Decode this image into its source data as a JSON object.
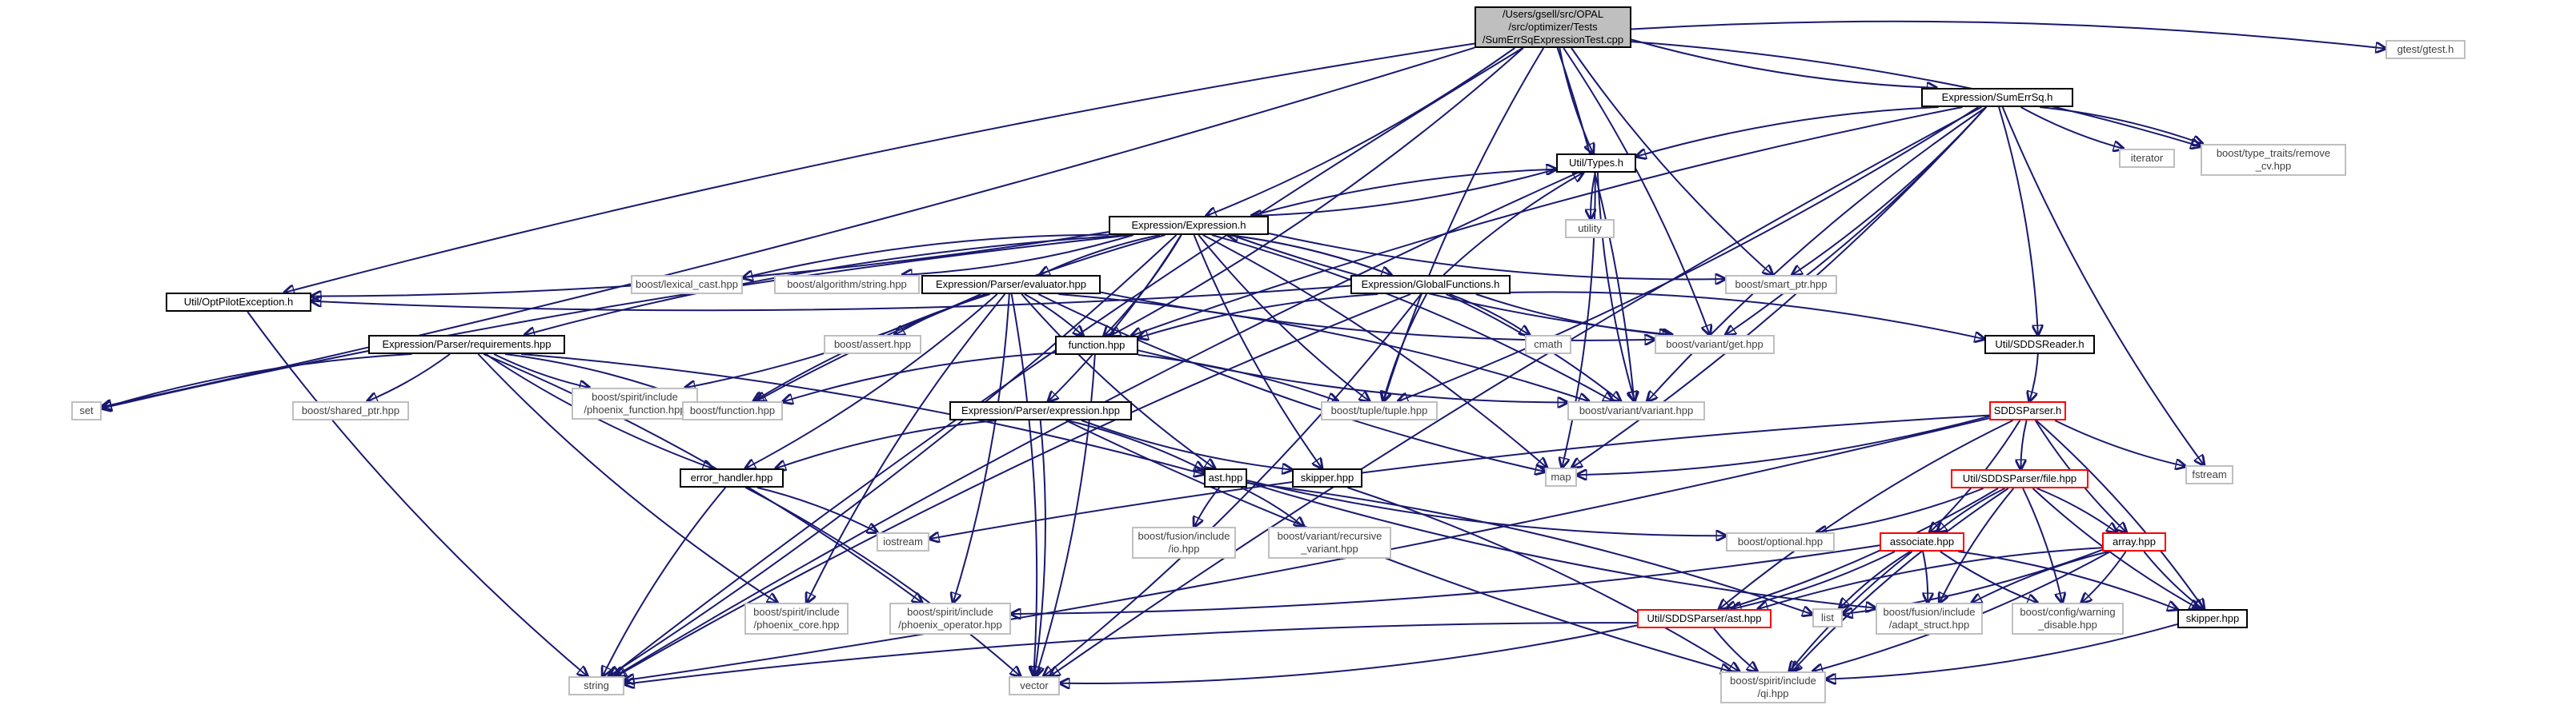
{
  "graph": {
    "nodes": [
      {
        "id": "root",
        "label": "/Users/gsell/src/OPAL\n/src/optimizer/Tests\n/SumErrSqExpressionTest.cpp",
        "style": "root"
      },
      {
        "id": "gtest",
        "label": "gtest/gtest.h",
        "style": "grey"
      },
      {
        "id": "sumerrsq",
        "label": "Expression/SumErrSq.h",
        "style": "black"
      },
      {
        "id": "remove_cv",
        "label": "boost/type_traits/remove\n_cv.hpp",
        "style": "grey"
      },
      {
        "id": "iterator",
        "label": "iterator",
        "style": "grey"
      },
      {
        "id": "types",
        "label": "Util/Types.h",
        "style": "black"
      },
      {
        "id": "utility",
        "label": "utility",
        "style": "grey"
      },
      {
        "id": "expression",
        "label": "Expression/Expression.h",
        "style": "black"
      },
      {
        "id": "lexical_cast",
        "label": "boost/lexical_cast.hpp",
        "style": "grey"
      },
      {
        "id": "algstring",
        "label": "boost/algorithm/string.hpp",
        "style": "grey"
      },
      {
        "id": "evaluator",
        "label": "Expression/Parser/evaluator.hpp",
        "style": "black"
      },
      {
        "id": "globalfunc",
        "label": "Expression/GlobalFunctions.h",
        "style": "black"
      },
      {
        "id": "smart_ptr",
        "label": "boost/smart_ptr.hpp",
        "style": "grey"
      },
      {
        "id": "optpilot",
        "label": "Util/OptPilotException.h",
        "style": "black"
      },
      {
        "id": "requirements",
        "label": "Expression/Parser/requirements.hpp",
        "style": "black"
      },
      {
        "id": "assert",
        "label": "boost/assert.hpp",
        "style": "grey"
      },
      {
        "id": "function",
        "label": "function.hpp",
        "style": "black"
      },
      {
        "id": "cmath",
        "label": "cmath",
        "style": "grey"
      },
      {
        "id": "variant_get",
        "label": "boost/variant/get.hpp",
        "style": "grey"
      },
      {
        "id": "sddsreader",
        "label": "Util/SDDSReader.h",
        "style": "black"
      },
      {
        "id": "set",
        "label": "set",
        "style": "grey"
      },
      {
        "id": "shared_ptr",
        "label": "boost/shared_ptr.hpp",
        "style": "grey"
      },
      {
        "id": "phoenix_function",
        "label": "boost/spirit/include\n/phoenix_function.hpp",
        "style": "grey"
      },
      {
        "id": "boost_function",
        "label": "boost/function.hpp",
        "style": "grey"
      },
      {
        "id": "tuple",
        "label": "boost/tuple/tuple.hpp",
        "style": "grey"
      },
      {
        "id": "variant",
        "label": "boost/variant/variant.hpp",
        "style": "grey"
      },
      {
        "id": "sddsparser",
        "label": "SDDSParser.h",
        "style": "red"
      },
      {
        "id": "fstream",
        "label": "fstream",
        "style": "grey"
      },
      {
        "id": "parser_expression",
        "label": "Expression/Parser/expression.hpp",
        "style": "black"
      },
      {
        "id": "map",
        "label": "map",
        "style": "grey"
      },
      {
        "id": "error_handler",
        "label": "error_handler.hpp",
        "style": "black"
      },
      {
        "id": "ast",
        "label": "ast.hpp",
        "style": "black"
      },
      {
        "id": "skipper1",
        "label": "skipper.hpp",
        "style": "black"
      },
      {
        "id": "sddsfile",
        "label": "Util/SDDSParser/file.hpp",
        "style": "red"
      },
      {
        "id": "iostream",
        "label": "iostream",
        "style": "grey"
      },
      {
        "id": "fusion_io",
        "label": "boost/fusion/include\n/io.hpp",
        "style": "grey"
      },
      {
        "id": "recursive_variant",
        "label": "boost/variant/recursive\n_variant.hpp",
        "style": "grey"
      },
      {
        "id": "optional",
        "label": "boost/optional.hpp",
        "style": "grey"
      },
      {
        "id": "associate",
        "label": "associate.hpp",
        "style": "red"
      },
      {
        "id": "array",
        "label": "array.hpp",
        "style": "red"
      },
      {
        "id": "phoenix_core",
        "label": "boost/spirit/include\n/phoenix_core.hpp",
        "style": "grey"
      },
      {
        "id": "phoenix_operator",
        "label": "boost/spirit/include\n/phoenix_operator.hpp",
        "style": "grey"
      },
      {
        "id": "sddsast",
        "label": "Util/SDDSParser/ast.hpp",
        "style": "red"
      },
      {
        "id": "list",
        "label": "list",
        "style": "grey"
      },
      {
        "id": "adapt_struct",
        "label": "boost/fusion/include\n/adapt_struct.hpp",
        "style": "grey"
      },
      {
        "id": "warning_disable",
        "label": "boost/config/warning\n_disable.hpp",
        "style": "grey"
      },
      {
        "id": "skipper2",
        "label": "skipper.hpp",
        "style": "black"
      },
      {
        "id": "string",
        "label": "string",
        "style": "grey"
      },
      {
        "id": "vector",
        "label": "vector",
        "style": "grey"
      },
      {
        "id": "qi",
        "label": "boost/spirit/include\n/qi.hpp",
        "style": "grey"
      }
    ],
    "edges": [
      [
        "root",
        "gtest"
      ],
      [
        "root",
        "sumerrsq"
      ],
      [
        "root",
        "remove_cv"
      ],
      [
        "root",
        "types"
      ],
      [
        "root",
        "expression"
      ],
      [
        "root",
        "smart_ptr"
      ],
      [
        "root",
        "variant_get"
      ],
      [
        "root",
        "tuple"
      ],
      [
        "root",
        "function"
      ],
      [
        "root",
        "optpilot"
      ],
      [
        "root",
        "set"
      ],
      [
        "root",
        "string"
      ],
      [
        "root",
        "variant"
      ],
      [
        "sumerrsq",
        "types"
      ],
      [
        "sumerrsq",
        "remove_cv"
      ],
      [
        "sumerrsq",
        "iterator"
      ],
      [
        "sumerrsq",
        "smart_ptr"
      ],
      [
        "sumerrsq",
        "fstream"
      ],
      [
        "sumerrsq",
        "sddsreader"
      ],
      [
        "sumerrsq",
        "function"
      ],
      [
        "sumerrsq",
        "variant_get"
      ],
      [
        "sumerrsq",
        "variant"
      ],
      [
        "sumerrsq",
        "tuple"
      ],
      [
        "sumerrsq",
        "vector"
      ],
      [
        "sumerrsq",
        "map"
      ],
      [
        "types",
        "utility"
      ],
      [
        "types",
        "expression"
      ],
      [
        "types",
        "string"
      ],
      [
        "types",
        "map"
      ],
      [
        "types",
        "variant"
      ],
      [
        "expression",
        "types"
      ],
      [
        "expression",
        "lexical_cast"
      ],
      [
        "expression",
        "algstring"
      ],
      [
        "expression",
        "evaluator"
      ],
      [
        "expression",
        "globalfunc"
      ],
      [
        "expression",
        "smart_ptr"
      ],
      [
        "expression",
        "optpilot"
      ],
      [
        "expression",
        "requirements"
      ],
      [
        "expression",
        "function"
      ],
      [
        "expression",
        "variant_get"
      ],
      [
        "expression",
        "variant"
      ],
      [
        "expression",
        "tuple"
      ],
      [
        "expression",
        "parser_expression"
      ],
      [
        "expression",
        "set"
      ],
      [
        "expression",
        "string"
      ],
      [
        "expression",
        "boost_function"
      ],
      [
        "expression",
        "map"
      ],
      [
        "expression",
        "skipper1"
      ],
      [
        "globalfunc",
        "types"
      ],
      [
        "globalfunc",
        "expression"
      ],
      [
        "globalfunc",
        "cmath"
      ],
      [
        "globalfunc",
        "variant_get"
      ],
      [
        "globalfunc",
        "sddsreader"
      ],
      [
        "globalfunc",
        "function"
      ],
      [
        "globalfunc",
        "optpilot"
      ],
      [
        "globalfunc",
        "tuple"
      ],
      [
        "globalfunc",
        "variant"
      ],
      [
        "globalfunc",
        "string"
      ],
      [
        "globalfunc",
        "vector"
      ],
      [
        "evaluator",
        "assert"
      ],
      [
        "evaluator",
        "function"
      ],
      [
        "evaluator",
        "variant_get"
      ],
      [
        "evaluator",
        "variant"
      ],
      [
        "evaluator",
        "boost_function"
      ],
      [
        "evaluator",
        "phoenix_function"
      ],
      [
        "evaluator",
        "ast"
      ],
      [
        "evaluator",
        "error_handler"
      ],
      [
        "evaluator",
        "map"
      ],
      [
        "evaluator",
        "phoenix_operator"
      ],
      [
        "evaluator",
        "phoenix_core"
      ],
      [
        "evaluator",
        "vector"
      ],
      [
        "requirements",
        "set"
      ],
      [
        "requirements",
        "shared_ptr"
      ],
      [
        "requirements",
        "phoenix_function"
      ],
      [
        "requirements",
        "boost_function"
      ],
      [
        "requirements",
        "error_handler"
      ],
      [
        "requirements",
        "ast"
      ],
      [
        "requirements",
        "phoenix_core"
      ],
      [
        "requirements",
        "phoenix_operator"
      ],
      [
        "function",
        "boost_function"
      ],
      [
        "function",
        "tuple"
      ],
      [
        "function",
        "variant"
      ],
      [
        "function",
        "vector"
      ],
      [
        "parser_expression",
        "error_handler"
      ],
      [
        "parser_expression",
        "ast"
      ],
      [
        "parser_expression",
        "skipper1"
      ],
      [
        "parser_expression",
        "vector"
      ],
      [
        "parser_expression",
        "qi"
      ],
      [
        "error_handler",
        "iostream"
      ],
      [
        "error_handler",
        "string"
      ],
      [
        "error_handler",
        "vector"
      ],
      [
        "ast",
        "fusion_io"
      ],
      [
        "ast",
        "recursive_variant"
      ],
      [
        "ast",
        "optional"
      ],
      [
        "ast",
        "list"
      ],
      [
        "ast",
        "adapt_struct"
      ],
      [
        "skipper1",
        "qi"
      ],
      [
        "optpilot",
        "string"
      ],
      [
        "sddsreader",
        "sddsparser"
      ],
      [
        "sddsparser",
        "fstream"
      ],
      [
        "sddsparser",
        "map"
      ],
      [
        "sddsparser",
        "sddsfile"
      ],
      [
        "sddsparser",
        "associate"
      ],
      [
        "sddsparser",
        "array"
      ],
      [
        "sddsparser",
        "skipper2"
      ],
      [
        "sddsparser",
        "sddsast"
      ],
      [
        "sddsparser",
        "string"
      ],
      [
        "sddsparser",
        "iostream"
      ],
      [
        "sddsfile",
        "optional"
      ],
      [
        "sddsfile",
        "associate"
      ],
      [
        "sddsfile",
        "array"
      ],
      [
        "sddsfile",
        "skipper2"
      ],
      [
        "sddsfile",
        "sddsast"
      ],
      [
        "sddsfile",
        "adapt_struct"
      ],
      [
        "sddsfile",
        "warning_disable"
      ],
      [
        "sddsfile",
        "qi"
      ],
      [
        "associate",
        "sddsast"
      ],
      [
        "associate",
        "list"
      ],
      [
        "associate",
        "adapt_struct"
      ],
      [
        "associate",
        "warning_disable"
      ],
      [
        "associate",
        "skipper2"
      ],
      [
        "associate",
        "qi"
      ],
      [
        "associate",
        "phoenix_operator"
      ],
      [
        "array",
        "sddsast"
      ],
      [
        "array",
        "list"
      ],
      [
        "array",
        "adapt_struct"
      ],
      [
        "array",
        "warning_disable"
      ],
      [
        "array",
        "skipper2"
      ],
      [
        "array",
        "qi"
      ],
      [
        "sddsast",
        "string"
      ],
      [
        "sddsast",
        "vector"
      ],
      [
        "sddsast",
        "qi"
      ],
      [
        "skipper2",
        "qi"
      ]
    ]
  }
}
